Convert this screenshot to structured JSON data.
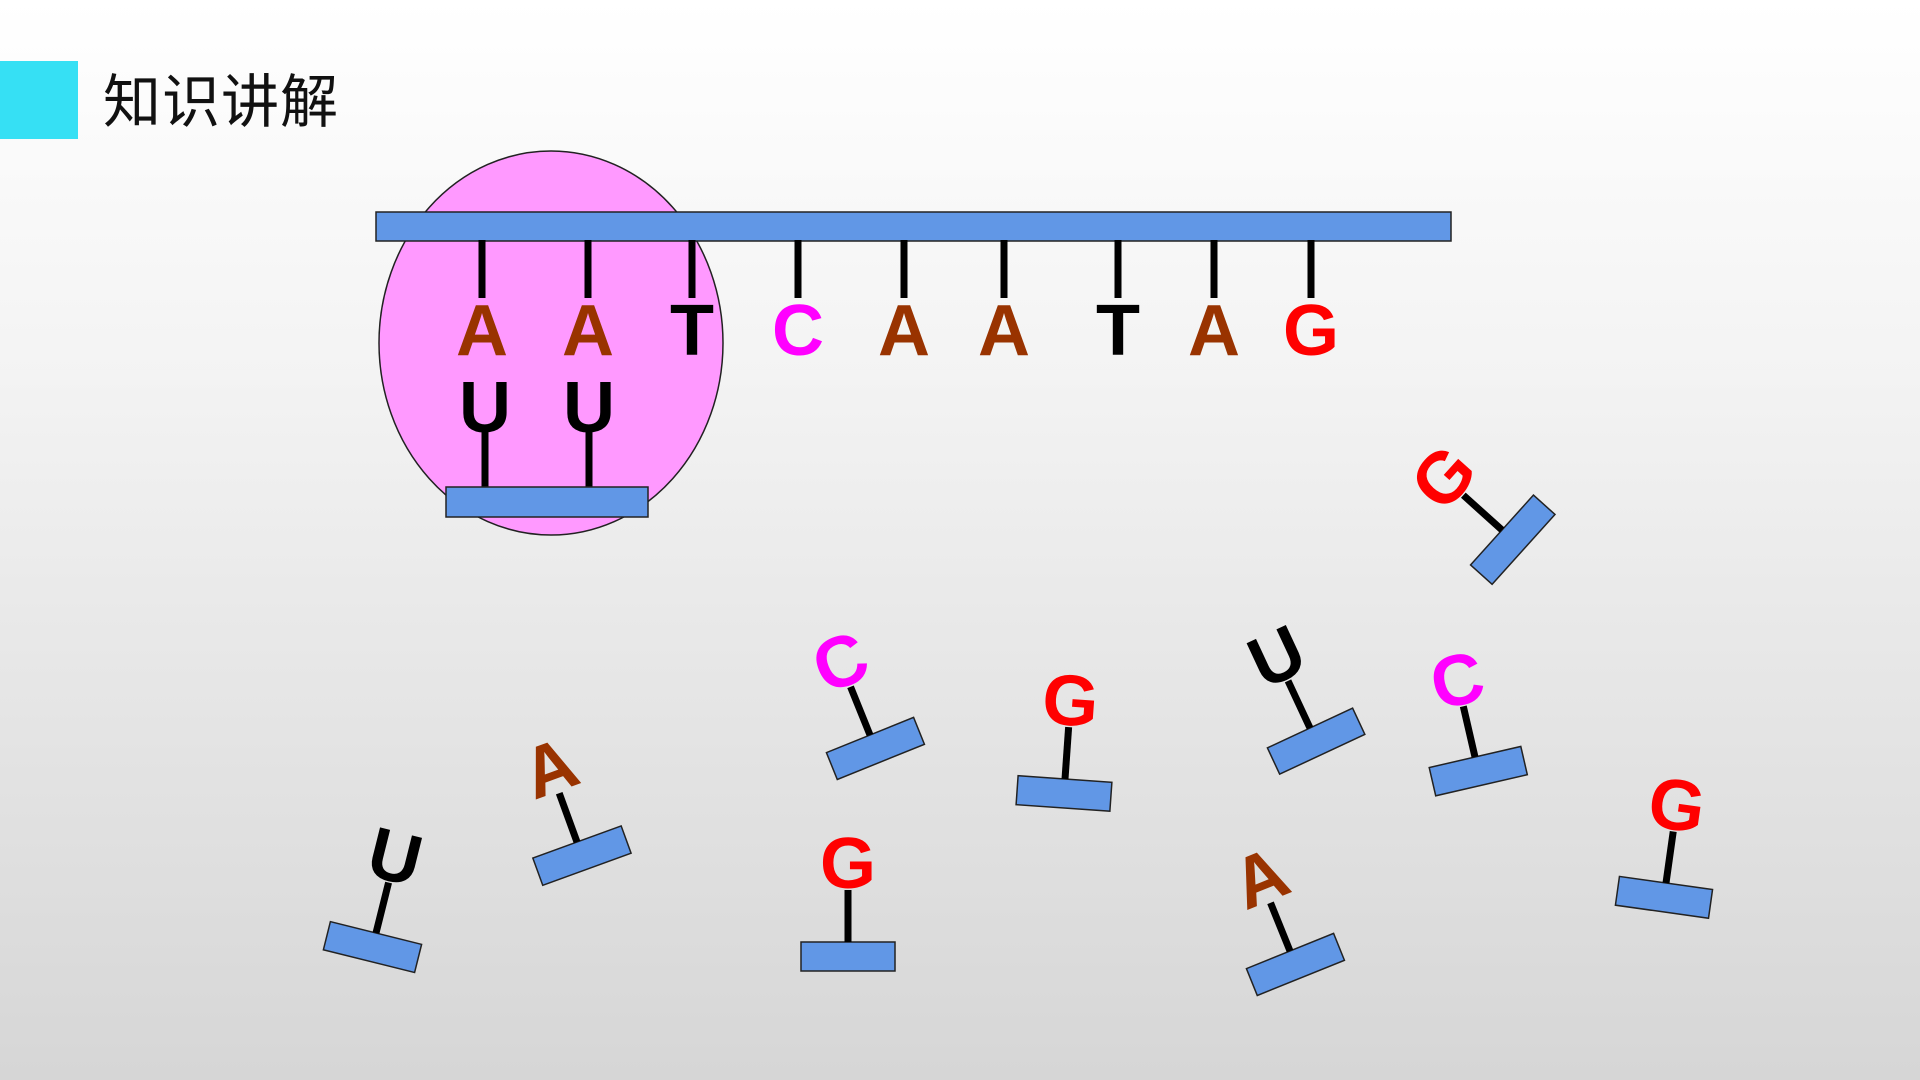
{
  "header": {
    "title": "知识讲解"
  },
  "colors": {
    "accent": "#36e0f4",
    "strand": "#6197e6",
    "ribosome": "#ff99ff",
    "A": "#993300",
    "T": "#000000",
    "U": "#000000",
    "C": "#ff00ff",
    "G": "#ff0000"
  },
  "template_strand": {
    "bases": [
      "A",
      "A",
      "T",
      "C",
      "A",
      "A",
      "T",
      "A",
      "G"
    ]
  },
  "paired": {
    "bases": [
      "U",
      "U"
    ]
  },
  "free_nucleotides": [
    {
      "base": "G",
      "angle": -48
    },
    {
      "base": "C",
      "angle": -22
    },
    {
      "base": "G",
      "angle": 4
    },
    {
      "base": "U",
      "angle": -25
    },
    {
      "base": "C",
      "angle": -13
    },
    {
      "base": "A",
      "angle": -20
    },
    {
      "base": "U",
      "angle": 14
    },
    {
      "base": "G",
      "angle": 0
    },
    {
      "base": "A",
      "angle": -22
    },
    {
      "base": "G",
      "angle": 8
    }
  ]
}
